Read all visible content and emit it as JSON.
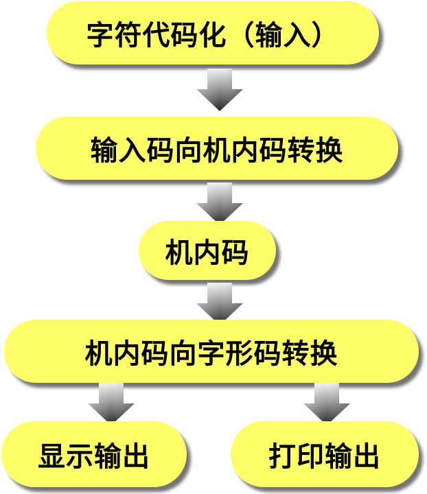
{
  "nodes": {
    "character_coding_input": "字符代码化（输入）",
    "input_to_internal": "输入码向机内码转换",
    "internal_code": "机内码",
    "internal_to_glyph": "机内码向字形码转换",
    "display_output": "显示输出",
    "print_output": "打印输出"
  },
  "colors": {
    "node_fill": "#ffff66",
    "arrow_light": "#f2f2f2",
    "arrow_dark": "#222222"
  },
  "icons": {
    "arrow": "down-arrow-icon"
  }
}
